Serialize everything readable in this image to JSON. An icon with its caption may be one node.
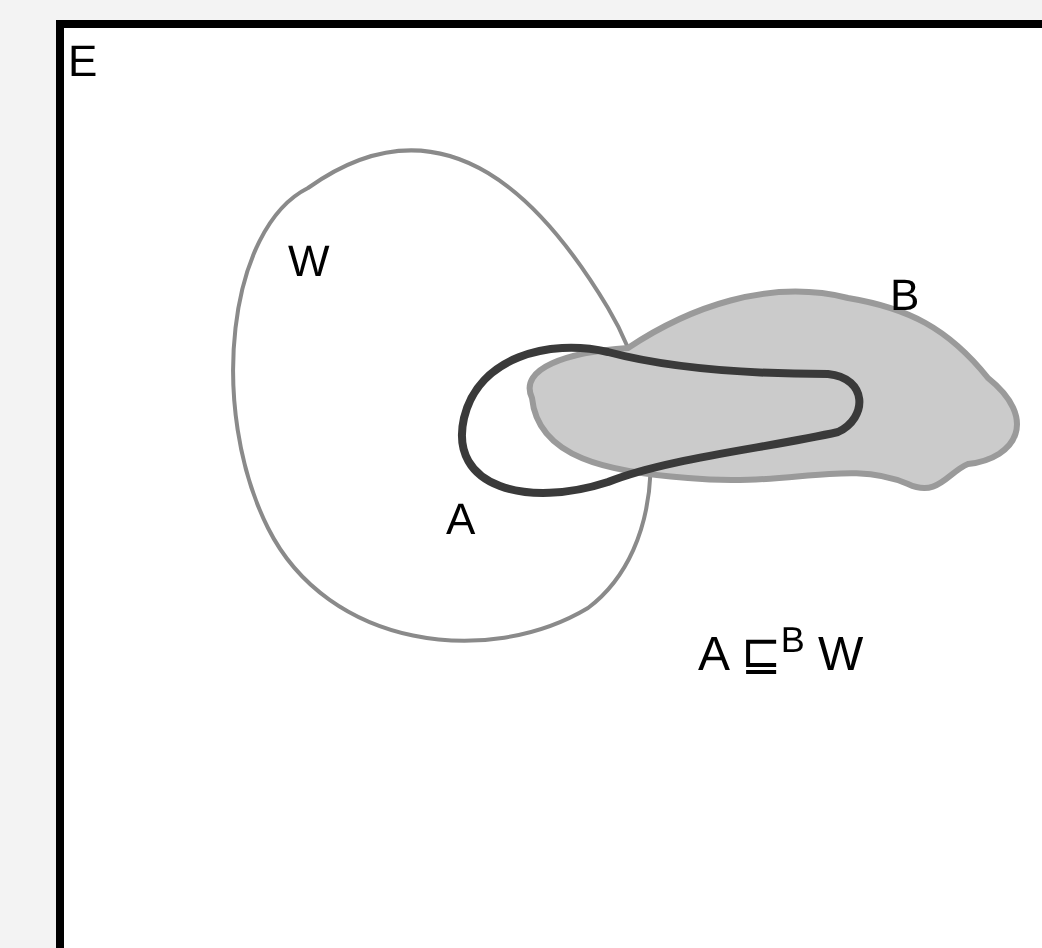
{
  "diagram": {
    "nodes": [
      {
        "text": [
          "E"
        ]
      },
      {
        "text": [
          "W"
        ],
        "in": 0
      },
      {
        "text": [
          "B"
        ],
        "in": 0
      },
      {
        "text": [],
        "shape": "blob",
        "beside": [
          "A"
        ],
        "in": 0
      }
    ],
    "labels": [
      "A ⊑$^{B}$ W"
    ]
  }
}
